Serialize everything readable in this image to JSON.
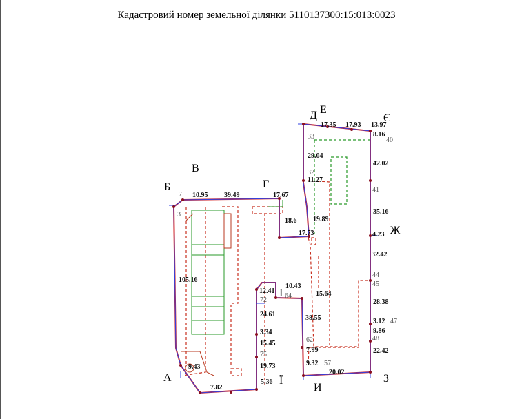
{
  "title": {
    "prefix": "Кадастровий номер земельної ділянки",
    "number": "5110137300:15:013:0023"
  },
  "corners": [
    "А",
    "Б",
    "В",
    "Г",
    "Д",
    "Е",
    "Є",
    "Ж",
    "З",
    "И",
    "І",
    "Ї"
  ],
  "measures": [
    "10.95",
    "39.49",
    "17.67",
    "18.6",
    "17.73",
    "19.89",
    "29.04",
    "11.27",
    "17.35",
    "17.93",
    "13.97",
    "8.16",
    "42.02",
    "35.16",
    "32.42",
    "28.38",
    "9.86",
    "22.42",
    "38.55",
    "15.64",
    "10.43",
    "12.41",
    "24.61",
    "15.45",
    "19.73",
    "105.16",
    "9.43",
    "20.02",
    "9.32",
    "7.99",
    "7.82",
    "5.36",
    "3.34",
    "4.23",
    "3.12"
  ],
  "points": [
    "33",
    "32",
    "40",
    "41",
    "44",
    "45",
    "48",
    "57",
    "72",
    "75",
    "3",
    "62",
    "64",
    "7",
    "47"
  ]
}
